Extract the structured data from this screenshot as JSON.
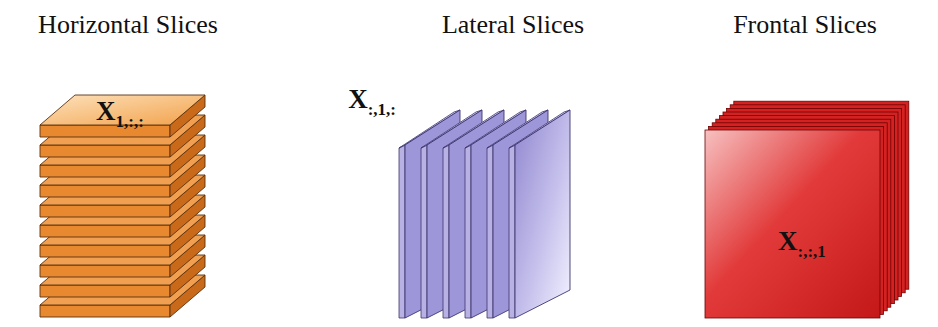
{
  "diagram": {
    "labels": [
      "Horizontal Slices",
      "X",
      "1,:,:",
      "Lateral Slices",
      "X",
      ":,1,:",
      "Frontal Slices",
      "X",
      ":,:,1"
    ]
  }
}
